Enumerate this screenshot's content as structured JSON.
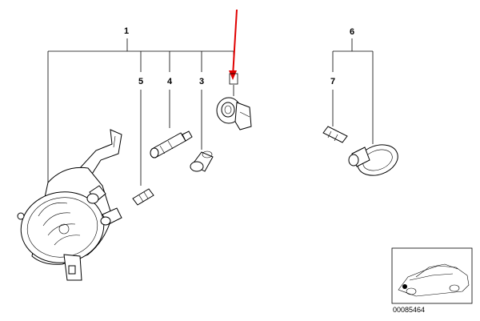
{
  "callouts": {
    "c1": "1",
    "c3": "3",
    "c4": "4",
    "c5": "5",
    "c6": "6",
    "c7": "7"
  },
  "thumbnail": {
    "part_number": "00085464"
  },
  "accent_color": "#e00000"
}
